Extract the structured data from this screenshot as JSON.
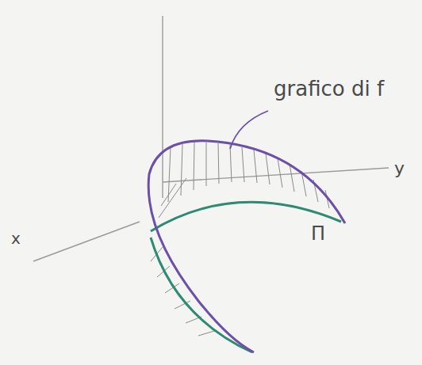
{
  "diagram": {
    "labels": [
      "grafico di f",
      "y",
      "x",
      "Π"
    ]
  }
}
